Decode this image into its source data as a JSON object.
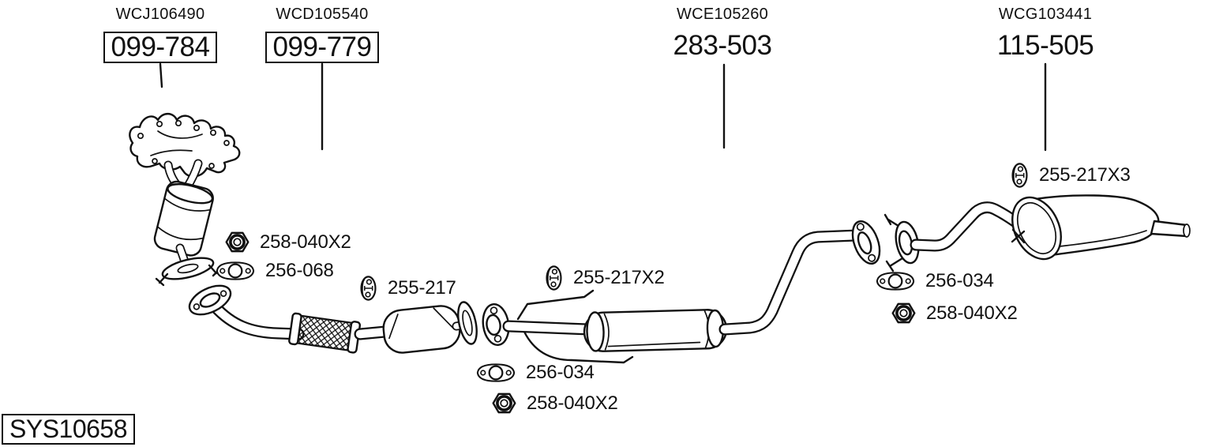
{
  "page": {
    "background": "#ffffff",
    "line_color": "#111111"
  },
  "diagram_id": {
    "label": "SYS10658"
  },
  "assemblies": [
    {
      "ref_code": "WCJ106490",
      "part_number": "099-784",
      "boxed": true
    },
    {
      "ref_code": "WCD105540",
      "part_number": "099-779",
      "boxed": true
    },
    {
      "ref_code": "WCE105260",
      "part_number": "283-503",
      "boxed": false
    },
    {
      "ref_code": "WCG103441",
      "part_number": "115-505",
      "boxed": false
    }
  ],
  "component_callouts": [
    {
      "icon": "nut-icon",
      "label": "258-040X2"
    },
    {
      "icon": "gasket-icon",
      "label": "256-068"
    },
    {
      "icon": "hanger-icon",
      "label": "255-217"
    },
    {
      "icon": "hanger-icon",
      "label": "255-217X2"
    },
    {
      "icon": "gasket-icon",
      "label": "256-034"
    },
    {
      "icon": "nut-icon",
      "label": "258-040X2"
    },
    {
      "icon": "hanger-icon",
      "label": "255-217X3"
    },
    {
      "icon": "gasket-icon",
      "label": "256-034"
    },
    {
      "icon": "nut-icon",
      "label": "258-040X2"
    }
  ]
}
